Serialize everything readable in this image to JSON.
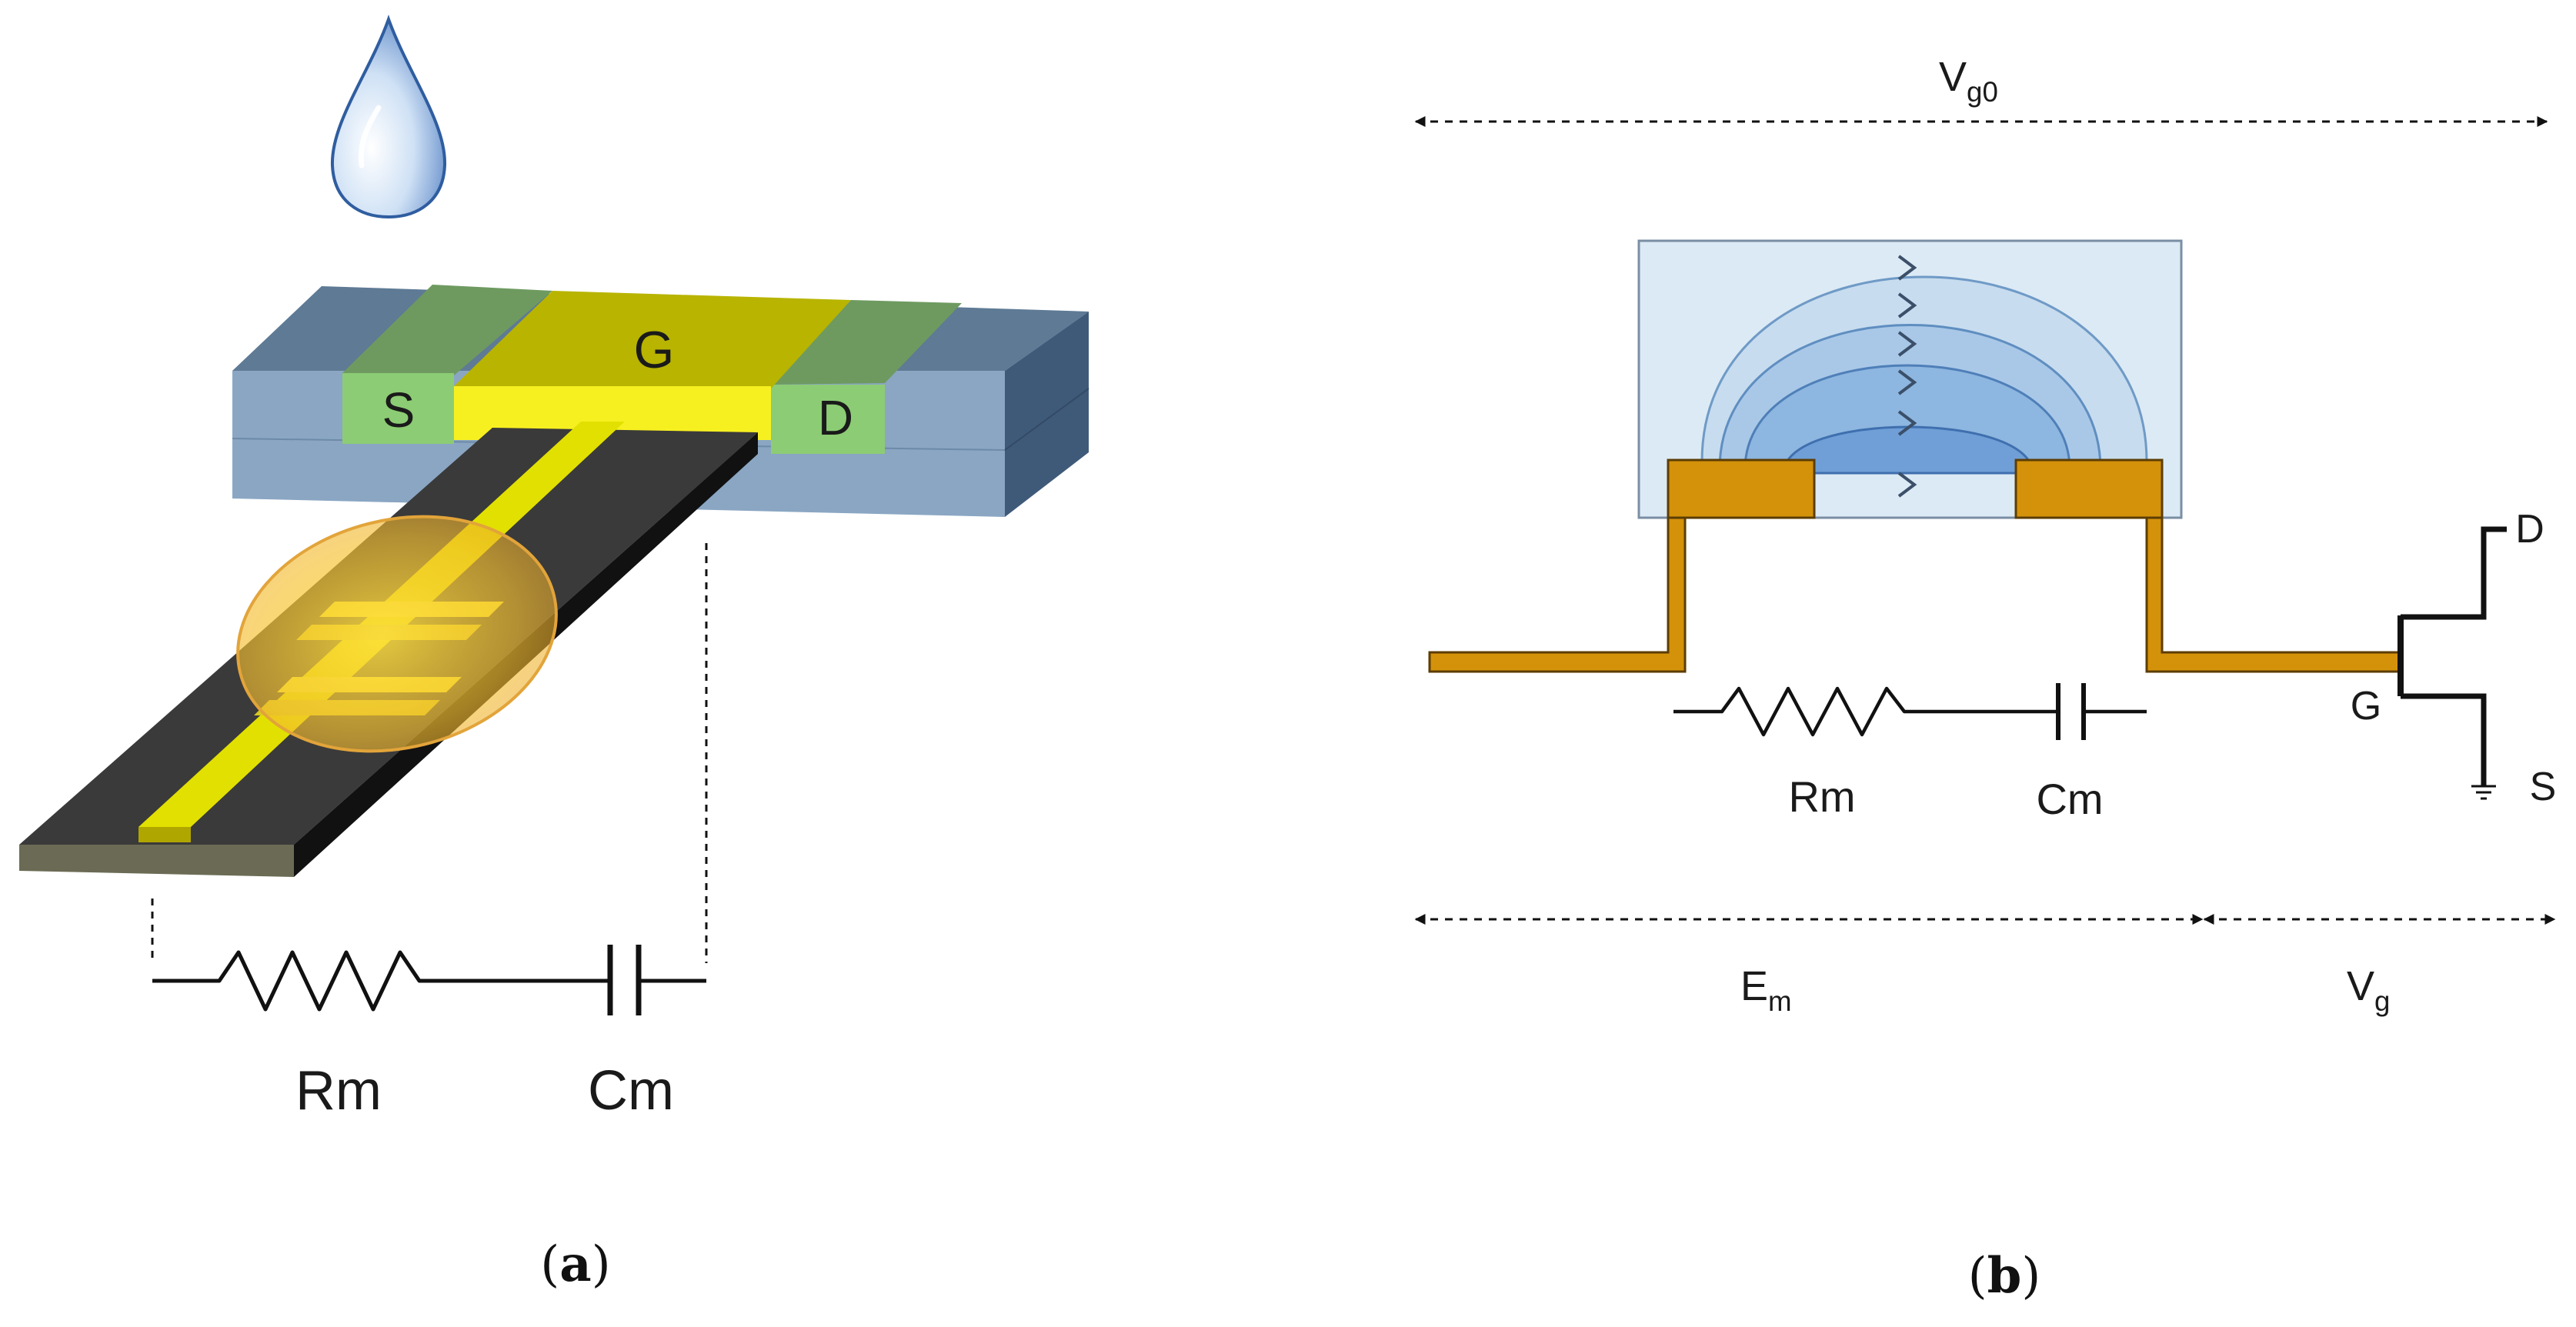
{
  "panel_a": {
    "source": "S",
    "gate": "G",
    "drain": "D",
    "resistor": "Rm",
    "capacitor": "Cm",
    "caption_open": "(",
    "caption_letter": "a",
    "caption_close": ")"
  },
  "panel_b": {
    "vg0_main": "V",
    "vg0_sub": "g0",
    "em_main": "E",
    "em_sub": "m",
    "vg_main": "V",
    "vg_sub": "g",
    "resistor": "Rm",
    "capacitor": "Cm",
    "gate": "G",
    "drain": "D",
    "source": "S",
    "caption_open": "(",
    "caption_letter": "b",
    "caption_close": ")"
  },
  "colors": {
    "gold": "#d4920a",
    "yellow_gate": "#d8d800",
    "substrate_blue": "#8aa6c3",
    "contact_green": "#8ccc74",
    "strip_dark": "#3a3a3a",
    "field_blue": "#dceaf5",
    "wire": "#111111"
  },
  "icons": [
    "water-drop-icon",
    "resistor-icon",
    "capacitor-icon",
    "transistor-icon",
    "ground-icon"
  ]
}
